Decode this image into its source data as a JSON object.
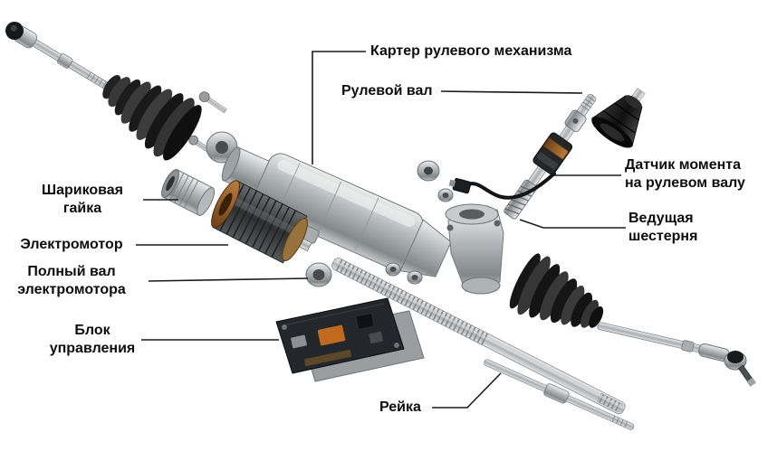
{
  "diagram": {
    "labels": {
      "housing": "Картер рулевого механизма",
      "steering_shaft": "Рулевой вал",
      "torque_sensor": "Датчик момента\nна рулевом валу",
      "drive_pinion": "Ведущая\nшестерня",
      "ball_nut": "Шариковая\nгайка",
      "electric_motor": "Электромотор",
      "motor_shaft": "Полный вал\nэлектромотора",
      "control_unit": "Блок\nуправления",
      "rack": "Рейка"
    }
  }
}
